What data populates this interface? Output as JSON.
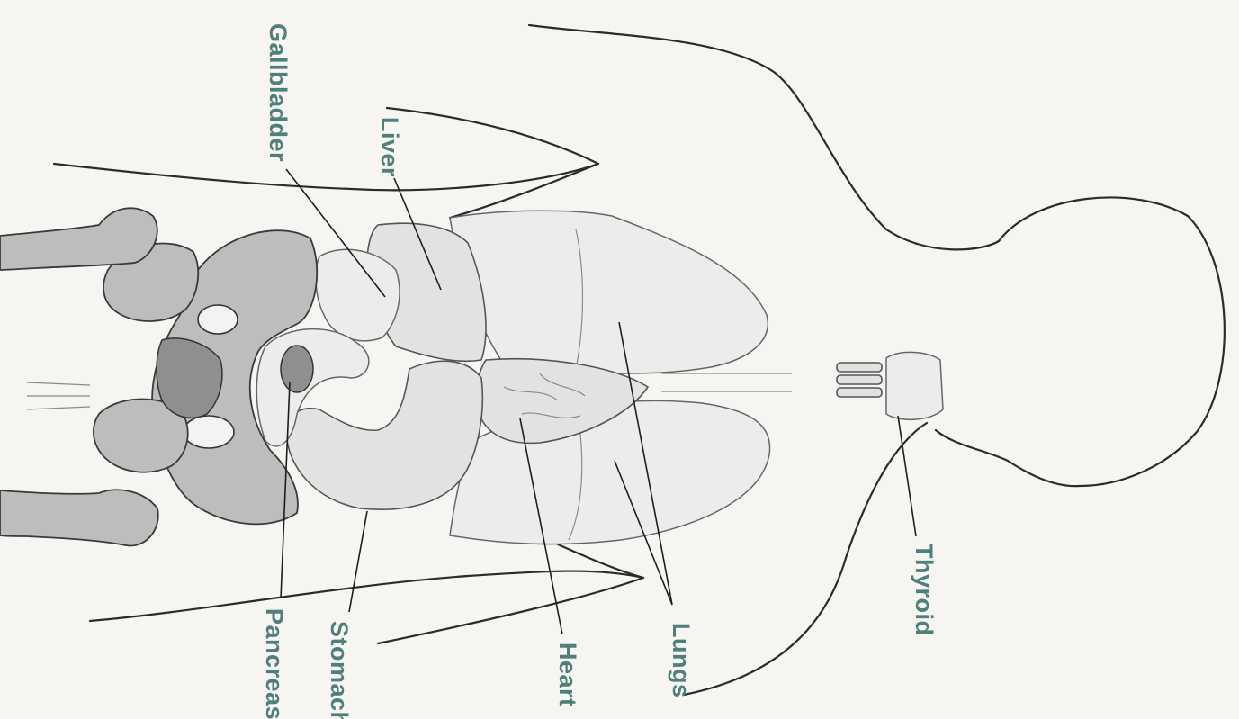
{
  "diagram": {
    "labels": {
      "gallbladder": "Gallbladder",
      "liver": "Liver",
      "thyroid": "Thyroid",
      "lungs": "Lungs",
      "heart": "Heart",
      "stomach": "Stomach",
      "pancreas": "Pancreas"
    },
    "colors": {
      "label": "#4f7f7a",
      "background": "#f6f5f2",
      "outline": "#2b2b2b"
    }
  }
}
